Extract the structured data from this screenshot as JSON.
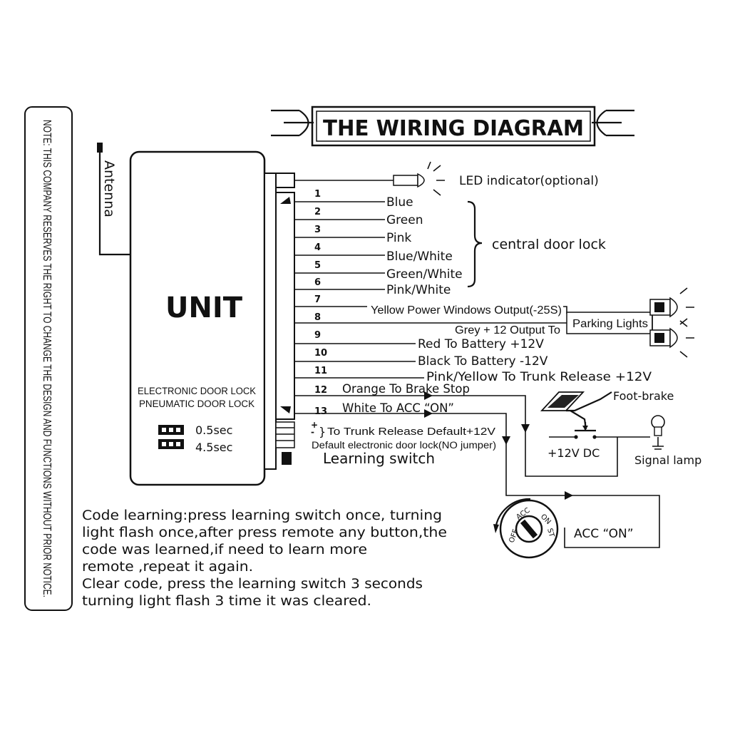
{
  "title": "THE WIRING DIAGRAM",
  "note": "NOTE: THIS COMPANY RESERVES THE RIGHT TO CHANGE THE DESIGN AND FUNCTIONS WITHOUT PRIOR NOTICE.",
  "antenna": "Antenna",
  "unit": {
    "title": "UNIT",
    "line1": "ELECTRONIC DOOR LOCK",
    "line2": "PNEUMATIC DOOR LOCK",
    "time1": "0.5sec",
    "time2": "4.5sec"
  },
  "led": "LED indicator(optional)",
  "wires": [
    {
      "num": "1",
      "label": "Blue"
    },
    {
      "num": "2",
      "label": "Green"
    },
    {
      "num": "3",
      "label": "Pink"
    },
    {
      "num": "4",
      "label": "Blue/White"
    },
    {
      "num": "5",
      "label": "Green/White"
    },
    {
      "num": "6",
      "label": "Pink/White"
    },
    {
      "num": "7",
      "label": "Yellow Power Windows Output(-25S)"
    },
    {
      "num": "8",
      "label": "Grey + 12 Output To"
    },
    {
      "num": "9",
      "label": "Red  To Battery +12V"
    },
    {
      "num": "10",
      "label": "Black To Battery -12V"
    },
    {
      "num": "11",
      "label": "Pink/Yellow To Trunk Release +12V"
    },
    {
      "num": "12",
      "label": "Orange To Brake Stop"
    },
    {
      "num": "13",
      "label": "White To ACC “ON”"
    }
  ],
  "central_door_lock": "central door lock",
  "parking_lights": "Parking Lights",
  "foot_brake": "Foot-brake",
  "plus12vdc": "+12V DC",
  "signal_lamp": "Signal lamp",
  "trunk_default": "To Trunk Release Default+12V",
  "electronic_default": "Default electronic door lock(NO jumper)",
  "learning_switch": "Learning switch",
  "acc_on": "ACC “ON”",
  "ignition": {
    "off": "OFF",
    "acc": "ACC",
    "on": "ON",
    "st": "ST"
  },
  "instructions": [
    "Code learning:press learning switch once, turning",
    "light flash once,after press remote any button,the",
    "code was learned,if need to learn more",
    "remote ,repeat it again.",
    "Clear code, press the learning switch 3 seconds",
    "turning light flash 3 time it was cleared."
  ]
}
